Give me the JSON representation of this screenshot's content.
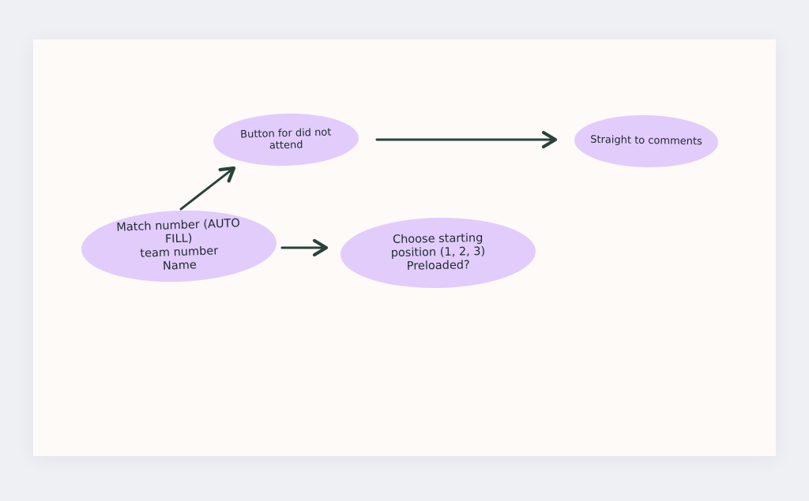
{
  "diagram": {
    "nodes": {
      "match": {
        "text": "Match number (AUTO\nFILL)\nteam number\nName"
      },
      "button": {
        "text": "Button for did not\nattend"
      },
      "straight": {
        "text": "Straight to comments"
      },
      "choose": {
        "text": "Choose starting\nposition (1, 2, 3)\nPreloaded?"
      }
    },
    "edges": [
      {
        "from": "match",
        "to": "button"
      },
      {
        "from": "match",
        "to": "choose"
      },
      {
        "from": "button",
        "to": "straight"
      }
    ],
    "colors": {
      "node_fill": "#e2ccfb",
      "arrow": "#27433a",
      "canvas": "#fefaf7",
      "background": "#eff0f4"
    }
  }
}
